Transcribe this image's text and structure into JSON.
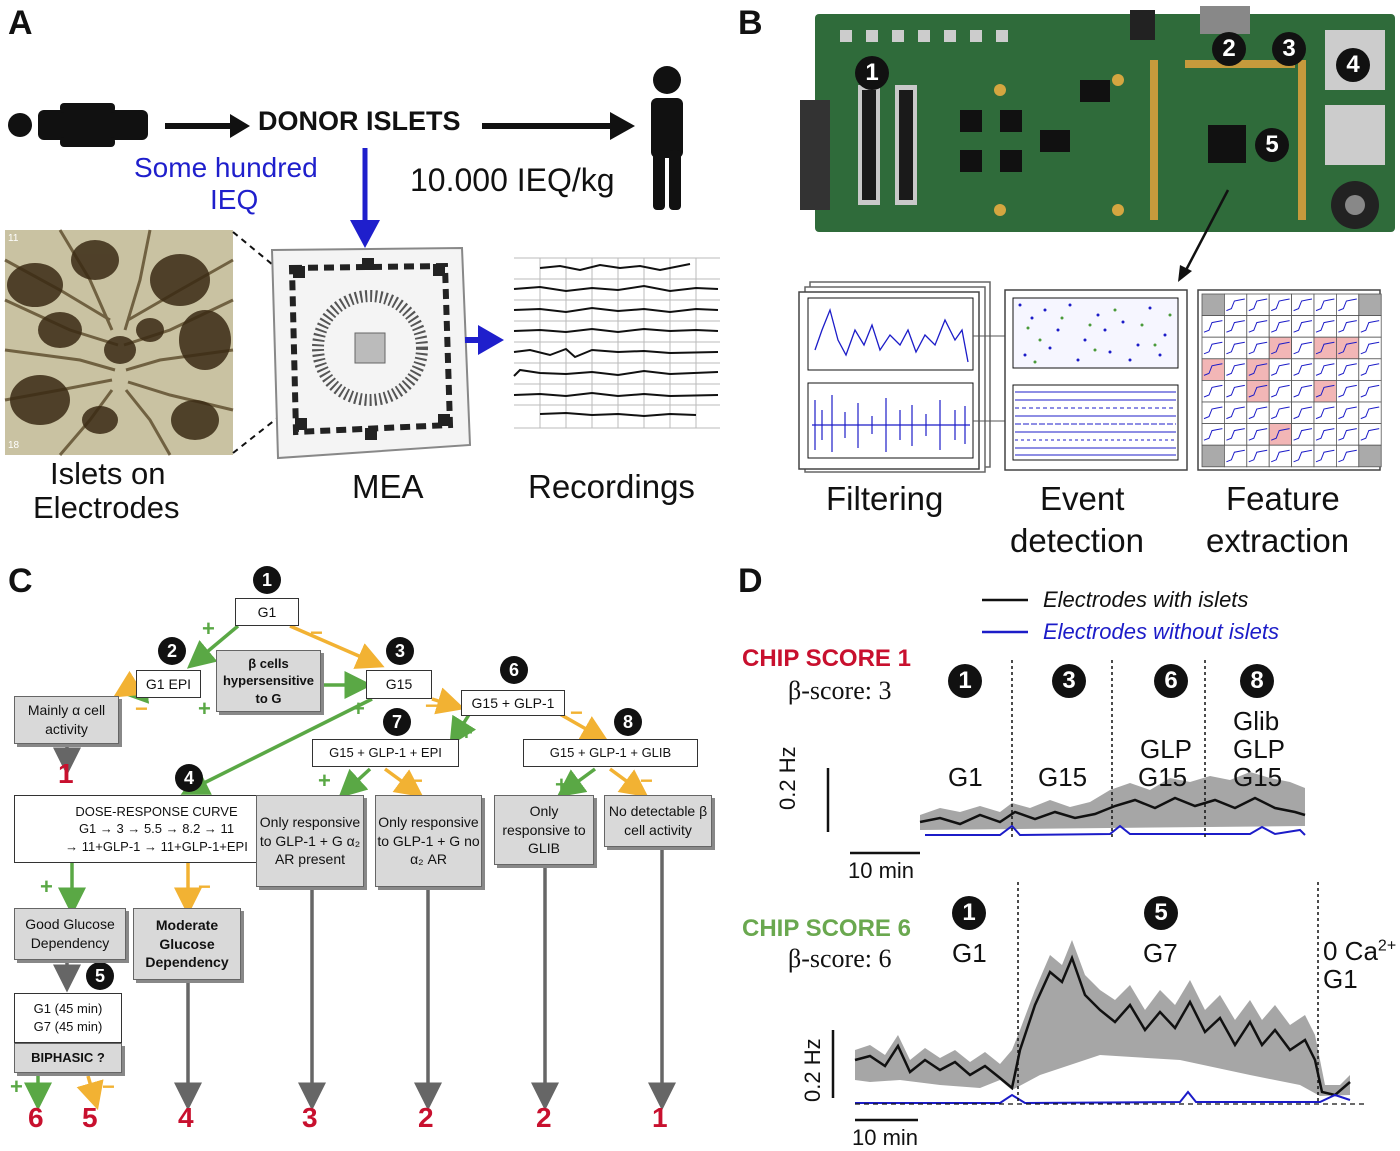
{
  "panels": {
    "a": "A",
    "b": "B",
    "c": "C",
    "d": "D"
  },
  "panel_a": {
    "donor_islets": "DONOR ISLETS",
    "some_hundred_line1": "Some hundred",
    "some_hundred_line2": "IEQ",
    "dose": "10.000 IEQ/kg",
    "islets_line1": "Islets on",
    "islets_line2": "Electrodes",
    "mea": "MEA",
    "recordings": "Recordings",
    "photo_num_top": "11",
    "photo_num_bottom": "18"
  },
  "panel_b": {
    "badges": [
      "1",
      "2",
      "3",
      "4",
      "5"
    ],
    "filtering": "Filtering",
    "event_line1": "Event",
    "event_line2": "detection",
    "feature_line1": "Feature",
    "feature_line2": "extraction"
  },
  "panel_c": {
    "steps": [
      "1",
      "2",
      "3",
      "4",
      "5",
      "6",
      "7",
      "8"
    ],
    "g1": "G1",
    "g1epi": "G1 EPI",
    "hyper": "β cells hypersensitive to G",
    "g15": "G15",
    "g15glp": "G15 + GLP-1",
    "g15glpepi": "G15 + GLP-1 + EPI",
    "g15glpglib": "G15 + GLP-1 + GLIB",
    "mainly_alpha": "Mainly α cell activity",
    "dose_title": "DOSE-RESPONSE CURVE",
    "dose_line1": "G1 → 3 → 5.5 → 8.2 → 11",
    "dose_line2": "→ 11+GLP-1 → 11+GLP-1+EPI",
    "only_glp_g_a2": "Only responsive to GLP-1 + G α₂ AR present",
    "only_glp_g_noa2": "Only responsive to GLP-1 + G no α₂ AR",
    "only_glib": "Only responsive to GLIB",
    "no_beta": "No detectable β cell activity",
    "good_glucose": "Good Glucose Dependency",
    "moderate_glucose": "Moderate Glucose Dependency",
    "g1_45": "G1 (45 min)",
    "g7_45": "G7 (45 min)",
    "biphasic": "BIPHASIC ?",
    "plus": "+",
    "minus": "−",
    "scores": [
      "1",
      "6",
      "5",
      "4",
      "3",
      "2",
      "2",
      "1"
    ]
  },
  "panel_d": {
    "legend_islets": "Electrodes with islets",
    "legend_no_islets": "Electrodes without islets",
    "chip1_title": "CHIP SCORE 1",
    "chip1_beta": "β-score: 3",
    "chip1_steps": [
      "1",
      "3",
      "6",
      "8"
    ],
    "chip1_cond_g1": "G1",
    "chip1_cond_g15": "G15",
    "chip1_cond_glp_1": "GLP",
    "chip1_cond_glp_2": "G15",
    "chip1_cond_glib_1": "Glib",
    "chip1_cond_glib_2": "GLP",
    "chip1_cond_glib_3": "G15",
    "chip6_title": "CHIP SCORE 6",
    "chip6_beta": "β-score: 6",
    "chip6_steps": [
      "1",
      "5"
    ],
    "chip6_cond_g1": "G1",
    "chip6_cond_g7": "G7",
    "chip6_cond_ca": "0 Ca",
    "chip6_cond_ca_sup": "2+",
    "chip6_cond_ca_g1": "G1",
    "scale_hz": "0.2 Hz",
    "scale_min": "10 min"
  },
  "colors": {
    "green": "#5aa845",
    "orange": "#f2b233",
    "red": "#c8102e",
    "blue": "#1c1cc8",
    "green_text": "#6aa84f",
    "arrow_blue": "#1f1fcc"
  }
}
